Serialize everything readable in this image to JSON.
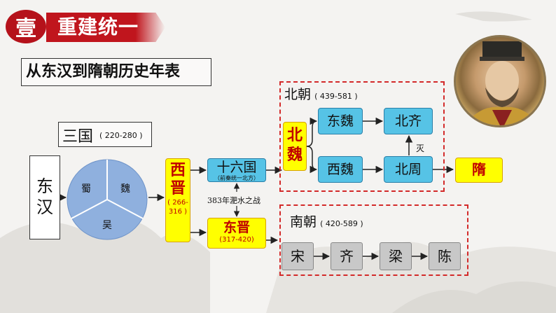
{
  "header": {
    "badge": "壹",
    "title": "重建统一",
    "subtitle": "从东汉到隋朝历史年表"
  },
  "sanguo": {
    "label": "三国",
    "years": "( 220-280 )",
    "kingdoms": [
      "蜀",
      "魏",
      "吴"
    ]
  },
  "donghan": "东汉",
  "xijin": {
    "name": "西晋",
    "years": "( 266-316 )"
  },
  "shiliuguo": {
    "name": "十六国",
    "note": "（前秦统一北方）"
  },
  "battle": "383年淝水之战",
  "dongjin": {
    "name": "东晋",
    "years": "(317-420)"
  },
  "beichao": {
    "label": "北朝",
    "years": "( 439-581 )",
    "beiwei": "北魏",
    "dongwei": "东魏",
    "xiwei": "西魏",
    "beiqi": "北齐",
    "beizhou": "北周",
    "mie": "灭"
  },
  "sui": "隋",
  "nanchao": {
    "label": "南朝",
    "years": "( 420-589 )",
    "dynasties": [
      "宋",
      "齐",
      "梁",
      "陈"
    ]
  },
  "colors": {
    "accent_red": "#b5121b",
    "highlight_yellow": "#ffff00",
    "node_cyan": "#56c3e6",
    "node_grey": "#c8c8c8",
    "pie_blue": "#8fb0de"
  }
}
